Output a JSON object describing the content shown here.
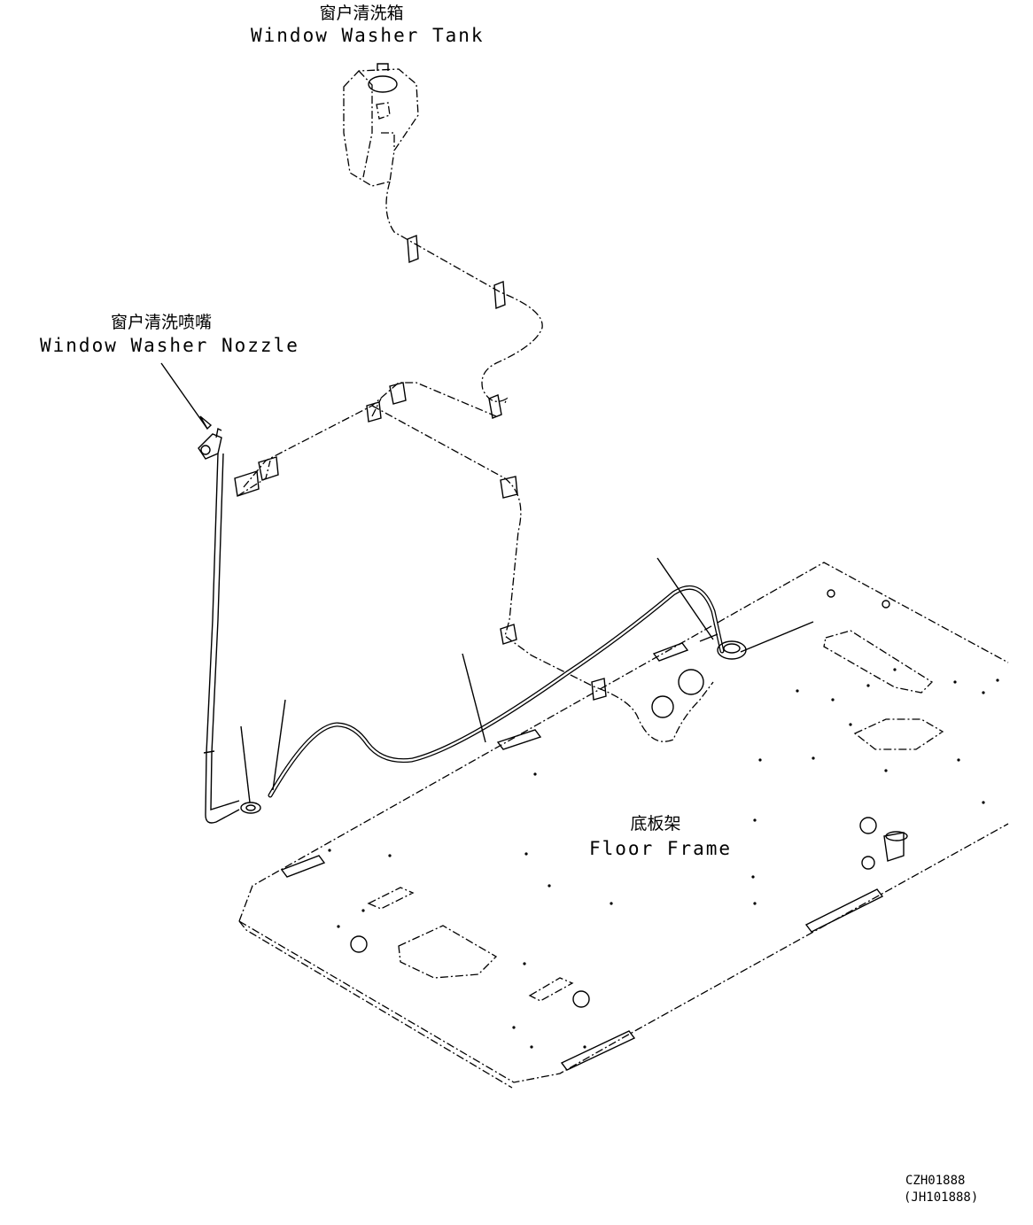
{
  "labels": {
    "tank_cn": "窗户清洗箱",
    "tank_en": "Window Washer Tank",
    "nozzle_cn": "窗户清洗喷嘴",
    "nozzle_en": "Window Washer Nozzle",
    "floor_cn": "底板架",
    "floor_en": "Floor Frame"
  },
  "codes": {
    "drawing": "CZH01888",
    "ref": "(JH101888)"
  }
}
